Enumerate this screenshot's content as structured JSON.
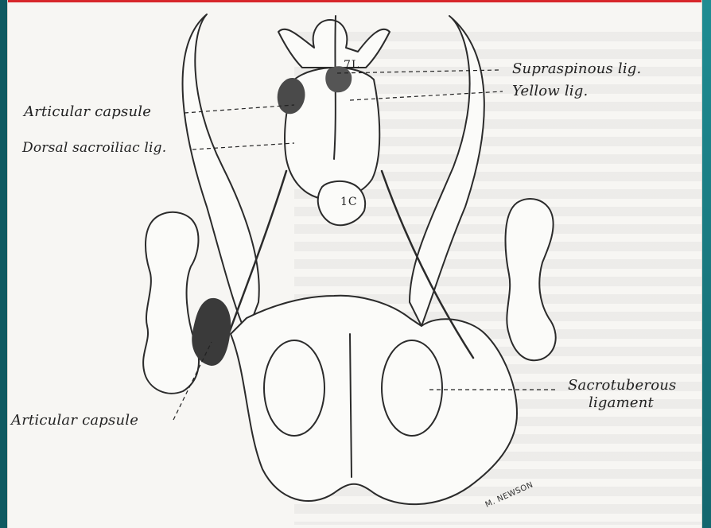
{
  "labels": {
    "supraspinous": "Supraspinous lig.",
    "yellow": "Yellow lig.",
    "articular_capsule_top": "Articular capsule",
    "dorsal_sacroiliac": "Dorsal sacroiliac lig.",
    "sacrotuberous_line1": "Sacrotuberous",
    "sacrotuberous_line2": "ligament",
    "articular_capsule_bottom": "Articular capsule"
  },
  "vertebra_marks": {
    "lumbar": "7L",
    "caudal": "1C"
  },
  "signature": "M. NEWSON",
  "colors": {
    "background_teal": "#1b7f86",
    "page": "#f7f6f3",
    "ink": "#222222",
    "top_rule": "#d7262a"
  }
}
